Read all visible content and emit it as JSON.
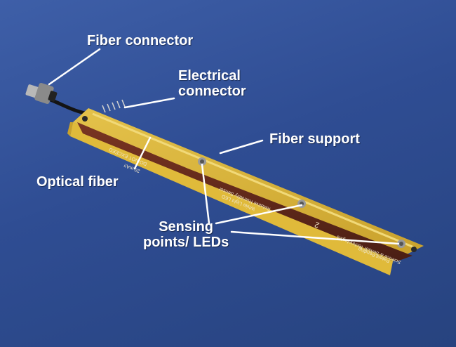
{
  "labels": {
    "fiber_connector": "Fiber connector",
    "electrical_connector_line1": "Electrical",
    "electrical_connector_line2": "connector",
    "fiber_support": "Fiber support",
    "optical_fiber": "Optical fiber",
    "sensing_points_line1": "Sensing",
    "sensing_points_line2": "points/ LEDs"
  },
  "pcb_silkscreen": {
    "warning_line1": "DO NOT EXCEED",
    "warning_line2": "20 mA!!",
    "product_line1": "Relative Humidity Sensor",
    "product_line2": "White Light LED",
    "company_line1": "Science & Sensor Technologies",
    "company_line2": "Patent Pending",
    "board_number": "2"
  },
  "colors": {
    "background": "#3355a0",
    "board": "#d8b33a",
    "board_side": "#6a2e1e",
    "callout_text": "#ffffff"
  }
}
